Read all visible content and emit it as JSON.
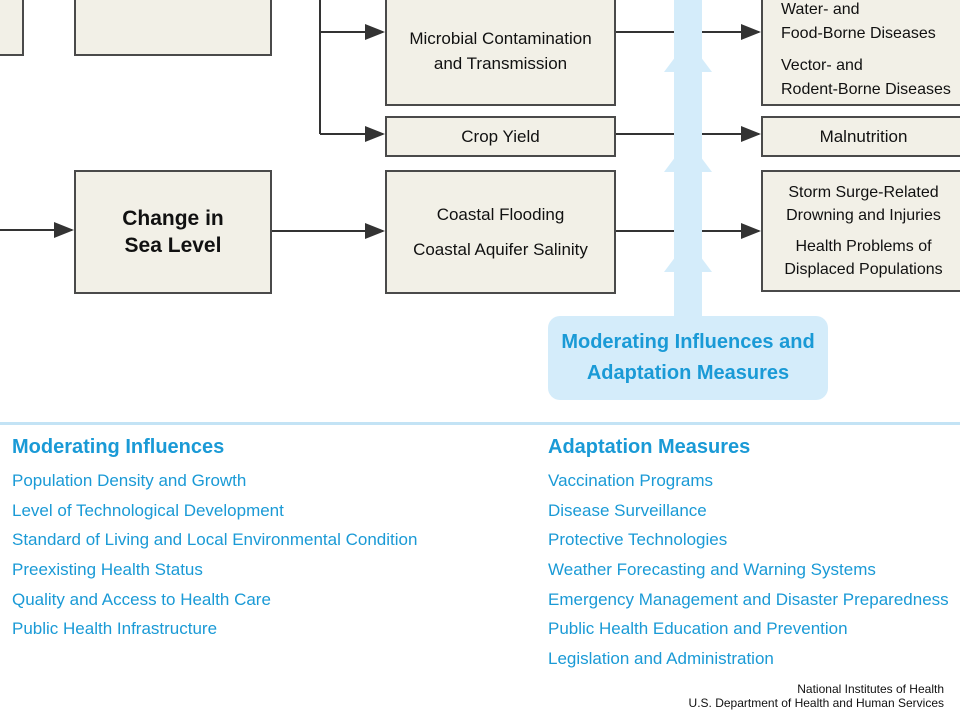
{
  "boxes": {
    "microbial": [
      "Microbial Contamination",
      "and Transmission"
    ],
    "crop_yield": "Crop Yield",
    "sea_level": [
      "Change in",
      "Sea Level"
    ],
    "coastal": [
      "Coastal Flooding",
      "Coastal Aquifer Salinity"
    ],
    "water_food": [
      "Water- and",
      "Food-Borne Diseases"
    ],
    "vector_rodent": [
      "Vector- and",
      "Rodent-Borne Diseases"
    ],
    "malnutrition": "Malnutrition",
    "storm": [
      "Storm Surge-Related",
      "Drowning and Injuries"
    ],
    "displaced": [
      "Health Problems of",
      "Displaced Populations"
    ]
  },
  "moderating_box": [
    "Moderating Influences and",
    "Adaptation Measures"
  ],
  "moderating_influences": {
    "title": "Moderating Influences",
    "items": [
      "Population Density and Growth",
      "Level of Technological Development",
      "Standard of Living and Local Environmental Condition",
      "Preexisting Health Status",
      "Quality and Access to Health Care",
      "Public Health Infrastructure"
    ]
  },
  "adaptation_measures": {
    "title": "Adaptation Measures",
    "items": [
      "Vaccination Programs",
      "Disease Surveillance",
      "Protective Technologies",
      "Weather Forecasting and Warning Systems",
      "Emergency Management and Disaster Preparedness",
      "Public Health Education and Prevention",
      "Legislation and Administration"
    ]
  },
  "footer": [
    "National Institutes of Health",
    "U.S. Department of Health and Human Services"
  ],
  "colors": {
    "accent": "#1a9ad6",
    "accent_light": "#d4ecfa",
    "box_fill": "#f2f0e7",
    "line": "#333333"
  }
}
